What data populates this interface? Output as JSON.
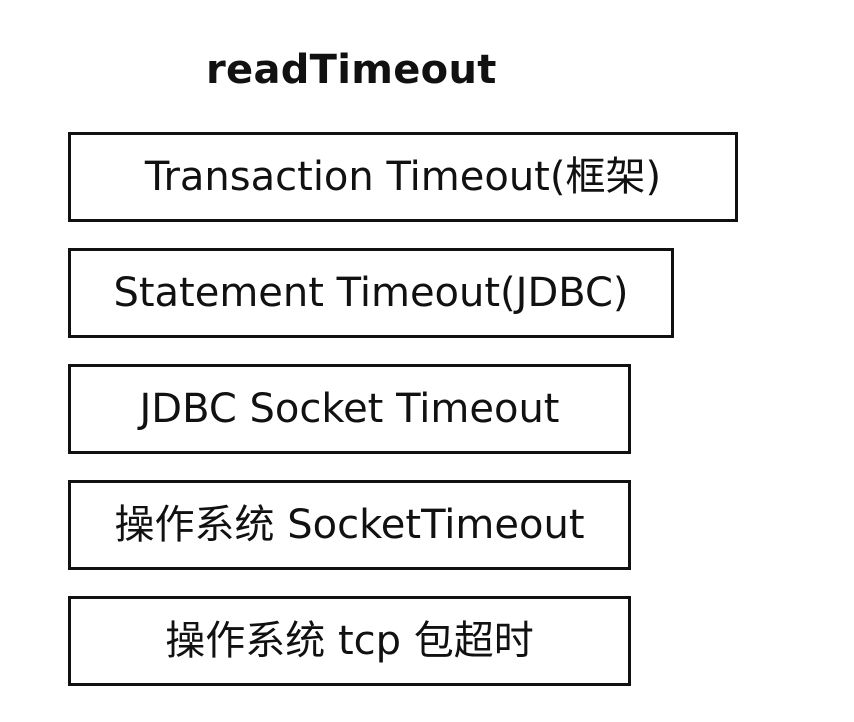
{
  "diagram": {
    "title": "readTimeout",
    "layers": [
      "Transaction Timeout(框架)",
      "Statement Timeout(JDBC)",
      "JDBC Socket Timeout",
      "操作系统 SocketTimeout",
      "操作系统 tcp 包超时"
    ]
  }
}
